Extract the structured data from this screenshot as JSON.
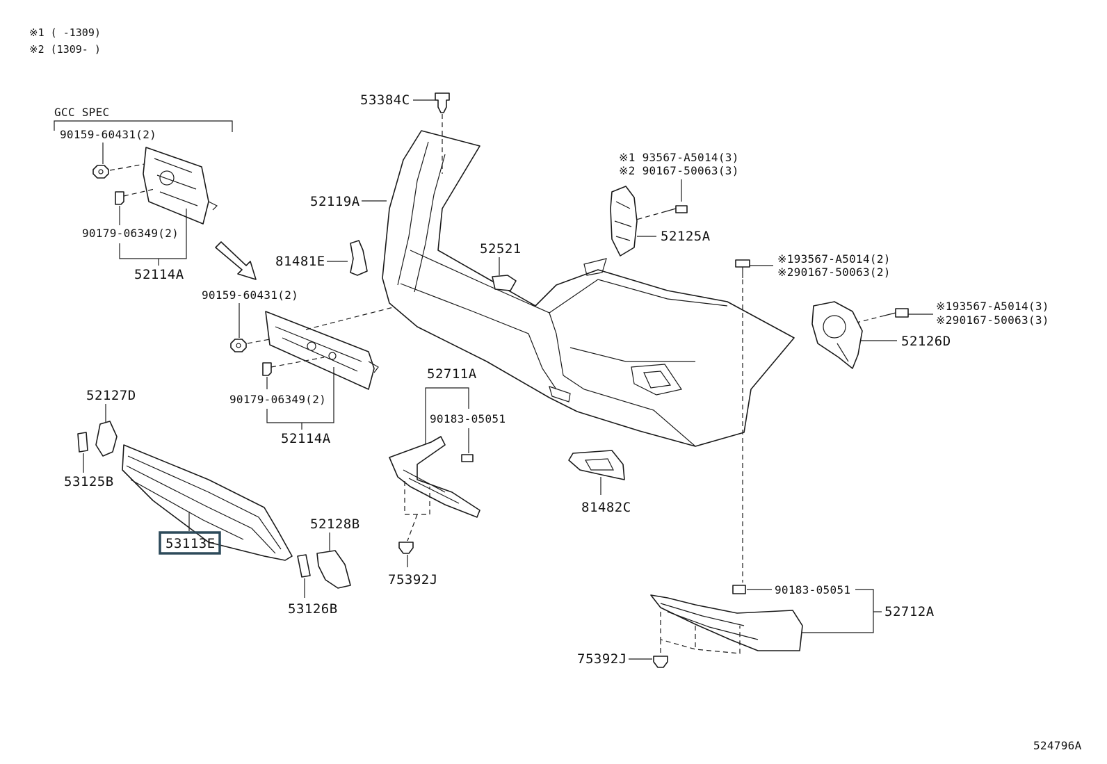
{
  "notes": {
    "note1": "※1 (      -1309)",
    "note2": "※2 (1309-      )"
  },
  "gcc_spec": "GCC SPEC",
  "parts": {
    "p53384C": "53384C",
    "p52119A": "52119A",
    "p81481E": "81481E",
    "p52521": "52521",
    "p52125A": "52125A",
    "p52125A_n1": "※1 93567-A5014(3)",
    "p52125A_n2": "※2 90167-50063(3)",
    "center_n1": "※193567-A5014(2)",
    "center_n2": "※290167-50063(2)",
    "p52126D_n1": "※193567-A5014(3)",
    "p52126D_n2": "※290167-50063(3)",
    "p52126D": "52126D",
    "gcc_bolt": "90159-60431(2)",
    "gcc_nut": "90179-06349(2)",
    "gcc_52114A": "52114A",
    "mid_bolt": "90159-60431(2)",
    "mid_nut": "90179-06349(2)",
    "mid_52114A": "52114A",
    "p52127D": "52127D",
    "p53125B": "53125B",
    "p53113E": "53113E",
    "p52128B": "52128B",
    "p53126B": "53126B",
    "p52711A": "52711A",
    "p90183_left": "90183-05051",
    "p75392J_left": "75392J",
    "p81482C": "81482C",
    "p90183_right": "90183-05051",
    "p52712A": "52712A",
    "p75392J_right": "75392J"
  },
  "figure_id": "524796A"
}
